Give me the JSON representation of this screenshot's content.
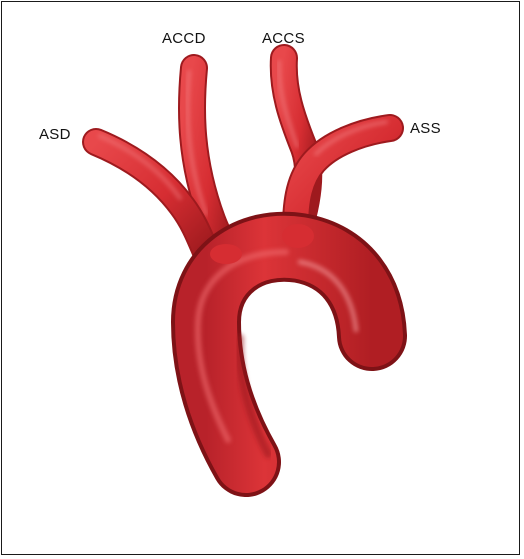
{
  "labels": {
    "accd": "ACCD",
    "accs": "ACCS",
    "asd": "ASD",
    "ass": "ASS"
  },
  "colors": {
    "vessel_base": "#d62d32",
    "vessel_dark": "#8e1418",
    "vessel_highlight": "#f07a7c",
    "border": "#1a1a1a",
    "background": "#ffffff"
  }
}
